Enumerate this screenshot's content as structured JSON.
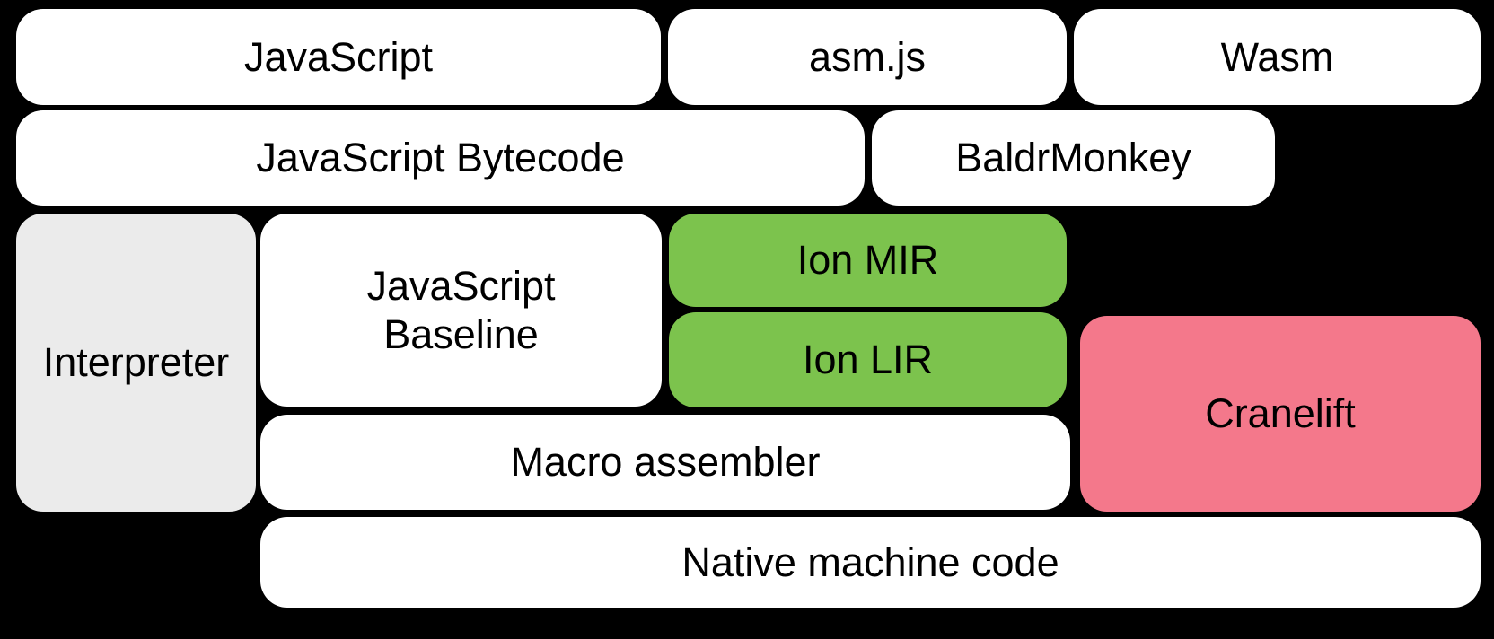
{
  "diagram": {
    "background_color": "#000000",
    "text_color": "#000000",
    "boxes": {
      "javascript": {
        "label": "JavaScript",
        "color": "#ffffff"
      },
      "asmjs": {
        "label": "asm.js",
        "color": "#ffffff"
      },
      "wasm": {
        "label": "Wasm",
        "color": "#ffffff"
      },
      "javascript_bytecode": {
        "label": "JavaScript Bytecode",
        "color": "#ffffff"
      },
      "baldrmonkey": {
        "label": "BaldrMonkey",
        "color": "#ffffff"
      },
      "interpreter": {
        "label": "Interpreter",
        "color": "#ebebeb"
      },
      "javascript_baseline": {
        "label": "JavaScript Baseline",
        "color": "#ffffff"
      },
      "ion_mir": {
        "label": "Ion MIR",
        "color": "#7cc34d"
      },
      "ion_lir": {
        "label": "Ion LIR",
        "color": "#7cc34d"
      },
      "cranelift": {
        "label": "Cranelift",
        "color": "#f4788b"
      },
      "macro_assembler": {
        "label": "Macro assembler",
        "color": "#ffffff"
      },
      "native_machine_code": {
        "label": "Native machine code",
        "color": "#ffffff"
      }
    }
  }
}
